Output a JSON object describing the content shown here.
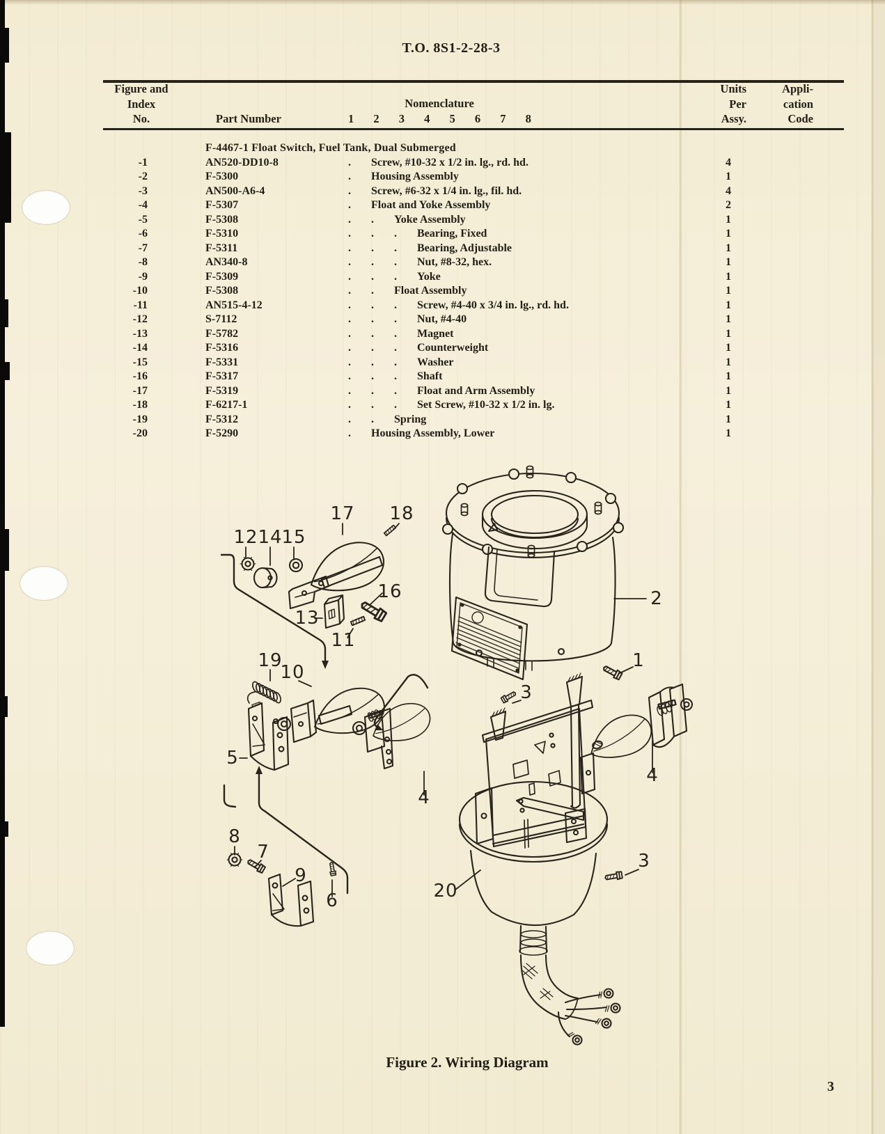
{
  "page": {
    "title": "T.O. 8S1-2-28-3",
    "figure_caption": "Figure 2.  Wiring Diagram",
    "page_number": "3",
    "paper_color": "#f4edd6",
    "ink_color": "#26221a"
  },
  "table": {
    "headers": {
      "col1": [
        "Figure and",
        "Index",
        "No."
      ],
      "part": "Part Number",
      "nomenclature": "Nomenclature",
      "levels": "1 2 3 4 5 6 7 8",
      "units": [
        "Units",
        "Per",
        "Assy."
      ],
      "code": [
        "Appli-",
        "cation",
        "Code"
      ]
    },
    "assembly": {
      "part": "F-4467-1",
      "name": "Float Switch, Fuel Tank, Dual Submerged"
    },
    "rows": [
      {
        "index": "-1",
        "part": "AN520-DD10-8",
        "indent": 1,
        "nomenclature": "Screw, #10-32 x 1/2 in. lg., rd. hd.",
        "units": "4"
      },
      {
        "index": "-2",
        "part": "F-5300",
        "indent": 1,
        "nomenclature": "Housing Assembly",
        "units": "1"
      },
      {
        "index": "-3",
        "part": "AN500-A6-4",
        "indent": 1,
        "nomenclature": "Screw, #6-32 x 1/4 in. lg., fil. hd.",
        "units": "4"
      },
      {
        "index": "-4",
        "part": "F-5307",
        "indent": 1,
        "nomenclature": "Float and Yoke Assembly",
        "units": "2"
      },
      {
        "index": "-5",
        "part": "F-5308",
        "indent": 2,
        "nomenclature": "Yoke Assembly",
        "units": "1"
      },
      {
        "index": "-6",
        "part": "F-5310",
        "indent": 3,
        "nomenclature": "Bearing, Fixed",
        "units": "1"
      },
      {
        "index": "-7",
        "part": "F-5311",
        "indent": 3,
        "nomenclature": "Bearing, Adjustable",
        "units": "1"
      },
      {
        "index": "-8",
        "part": "AN340-8",
        "indent": 3,
        "nomenclature": "Nut, #8-32, hex.",
        "units": "1"
      },
      {
        "index": "-9",
        "part": "F-5309",
        "indent": 3,
        "nomenclature": "Yoke",
        "units": "1"
      },
      {
        "index": "-10",
        "part": "F-5308",
        "indent": 2,
        "nomenclature": "Float Assembly",
        "units": "1"
      },
      {
        "index": "-11",
        "part": "AN515-4-12",
        "indent": 3,
        "nomenclature": "Screw, #4-40 x 3/4 in. lg., rd. hd.",
        "units": "1"
      },
      {
        "index": "-12",
        "part": "S-7112",
        "indent": 3,
        "nomenclature": "Nut, #4-40",
        "units": "1"
      },
      {
        "index": "-13",
        "part": "F-5782",
        "indent": 3,
        "nomenclature": "Magnet",
        "units": "1"
      },
      {
        "index": "-14",
        "part": "F-5316",
        "indent": 3,
        "nomenclature": "Counterweight",
        "units": "1"
      },
      {
        "index": "-15",
        "part": "F-5331",
        "indent": 3,
        "nomenclature": "Washer",
        "units": "1"
      },
      {
        "index": "-16",
        "part": "F-5317",
        "indent": 3,
        "nomenclature": "Shaft",
        "units": "1"
      },
      {
        "index": "-17",
        "part": "F-5319",
        "indent": 3,
        "nomenclature": "Float and Arm Assembly",
        "units": "1"
      },
      {
        "index": "-18",
        "part": "F-6217-1",
        "indent": 3,
        "nomenclature": "Set Screw, #10-32 x 1/2 in. lg.",
        "units": "1"
      },
      {
        "index": "-19",
        "part": "F-5312",
        "indent": 2,
        "nomenclature": "Spring",
        "units": "1"
      },
      {
        "index": "-20",
        "part": "F-5290",
        "indent": 1,
        "nomenclature": "Housing Assembly, Lower",
        "units": "1"
      }
    ]
  },
  "diagram": {
    "callouts": [
      {
        "label": "17"
      },
      {
        "label": "18"
      },
      {
        "label": "12"
      },
      {
        "label": "14"
      },
      {
        "label": "15"
      },
      {
        "label": "16"
      },
      {
        "label": "13"
      },
      {
        "label": "11"
      },
      {
        "label": "19"
      },
      {
        "label": "10"
      },
      {
        "label": "2"
      },
      {
        "label": "1"
      },
      {
        "label": "3"
      },
      {
        "label": "5"
      },
      {
        "label": "4"
      },
      {
        "label": "4"
      },
      {
        "label": "8"
      },
      {
        "label": "7"
      },
      {
        "label": "9"
      },
      {
        "label": "6"
      },
      {
        "label": "20"
      },
      {
        "label": "3"
      }
    ]
  }
}
